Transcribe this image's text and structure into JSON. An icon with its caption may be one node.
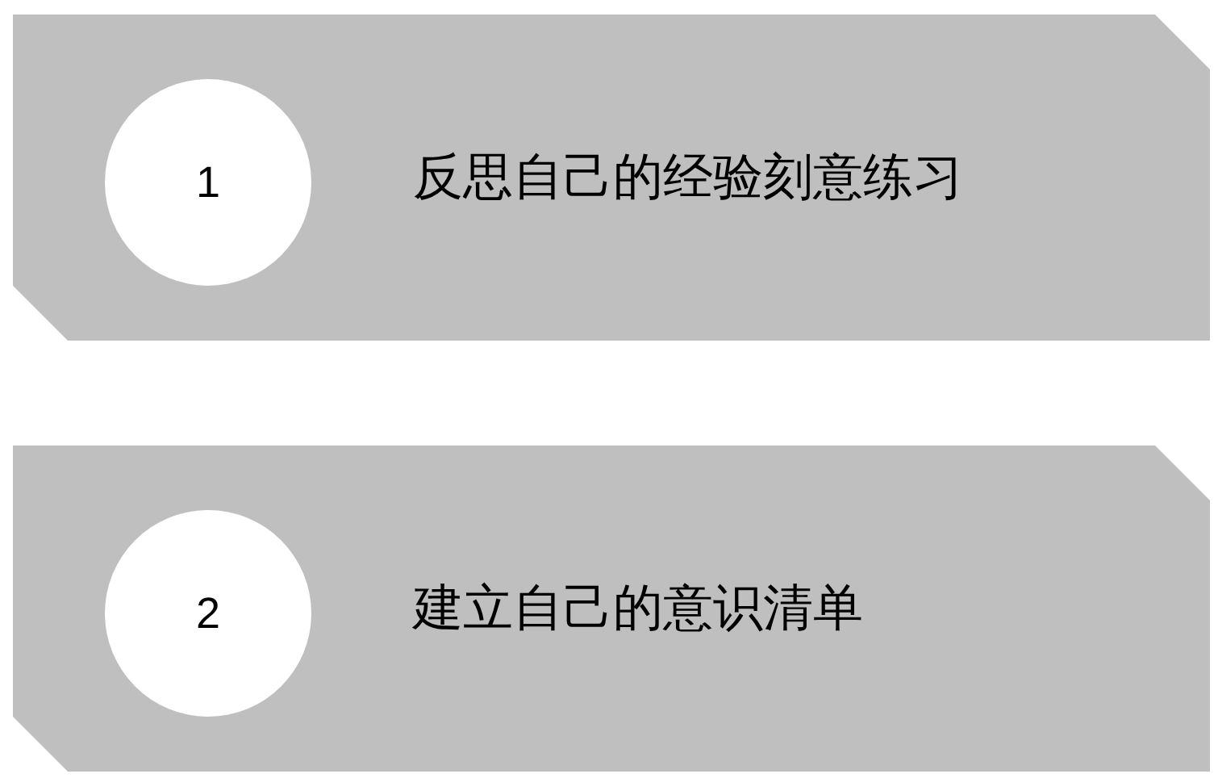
{
  "diagram": {
    "nodes": [
      {
        "text": [
          "反思自己的经验刻意练习"
        ]
      },
      {
        "text": [
          "1"
        ],
        "in": 0
      },
      {
        "text": [
          "建立自己的意识清单"
        ]
      },
      {
        "text": [
          "2"
        ],
        "in": 2
      }
    ]
  }
}
